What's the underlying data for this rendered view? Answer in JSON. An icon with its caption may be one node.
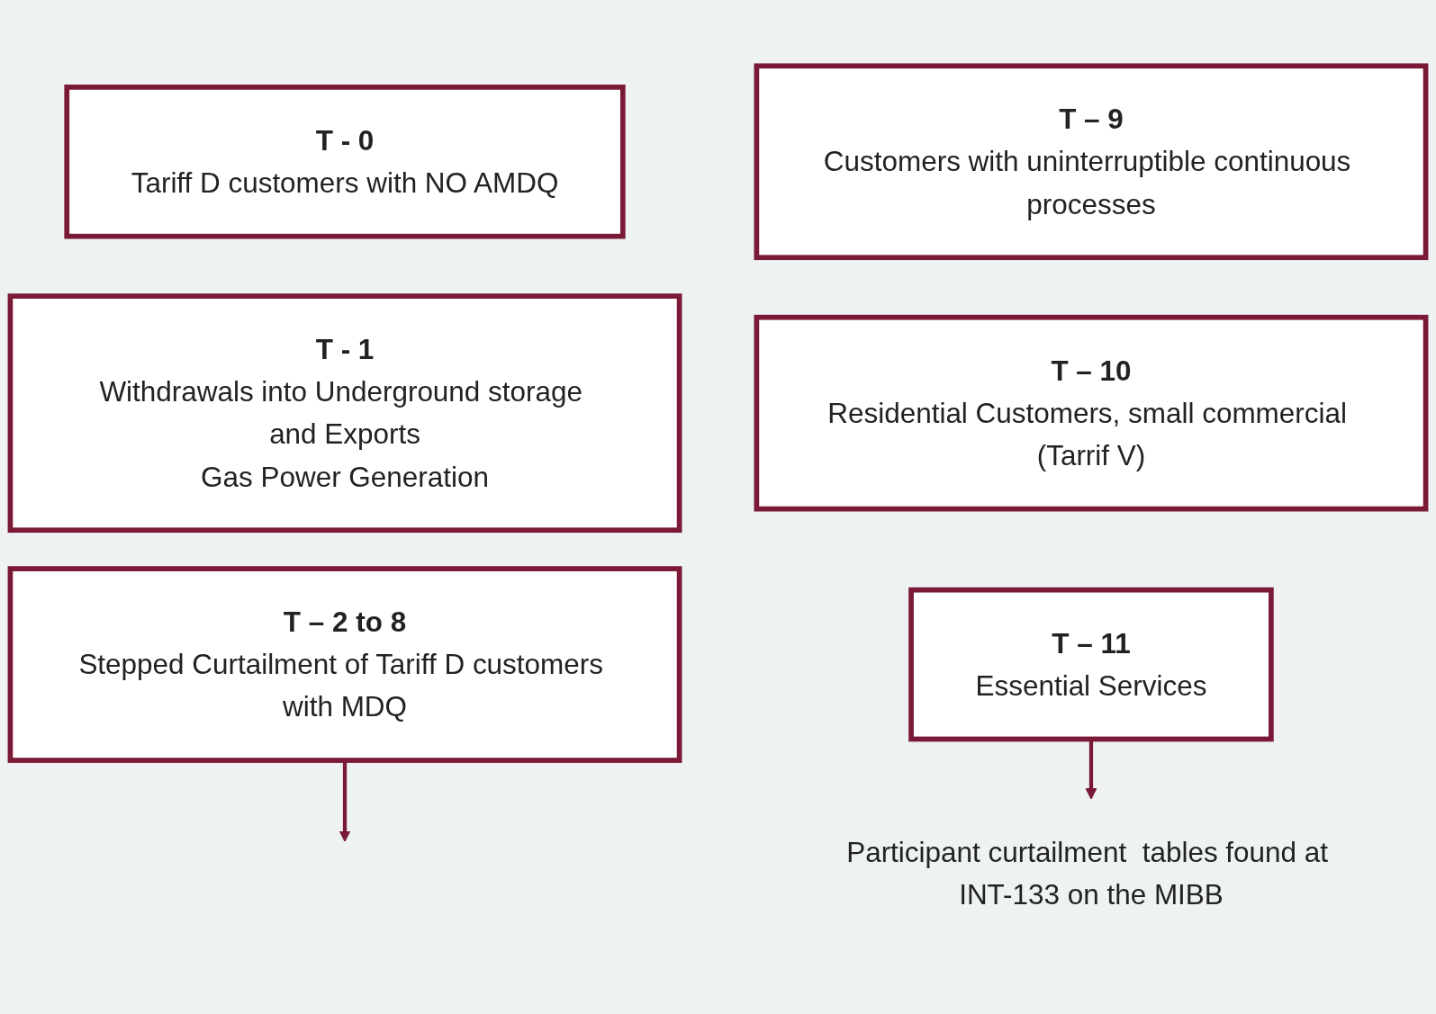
{
  "diagram": {
    "nodes": [
      {
        "text": [
          "T - 0",
          "Tariff D customers with NO AMDQ"
        ]
      },
      {
        "text": [
          "T - 1",
          "Withdrawals into Underground storage and Exports",
          "Gas Power Generation"
        ]
      },
      {
        "text": [
          "T – 2 to 8",
          "Stepped Curtailment of Tariff D customers with MDQ"
        ]
      },
      {
        "text": [
          "T – 9",
          "Customers with uninterruptible continuous processes"
        ]
      },
      {
        "text": [
          "T – 10",
          "Residential Customers, small commercial (Tarrif V)"
        ]
      },
      {
        "text": [
          "T – 11",
          "Essential Services"
        ]
      },
      {
        "text": [
          "Participant curtailment  tables found at INT-133 on the MIBB"
        ]
      }
    ],
    "edges": [
      {
        "from": 2,
        "to": null,
        "arrow": "to"
      },
      {
        "from": 5,
        "to": 6,
        "arrow": "to"
      }
    ]
  }
}
